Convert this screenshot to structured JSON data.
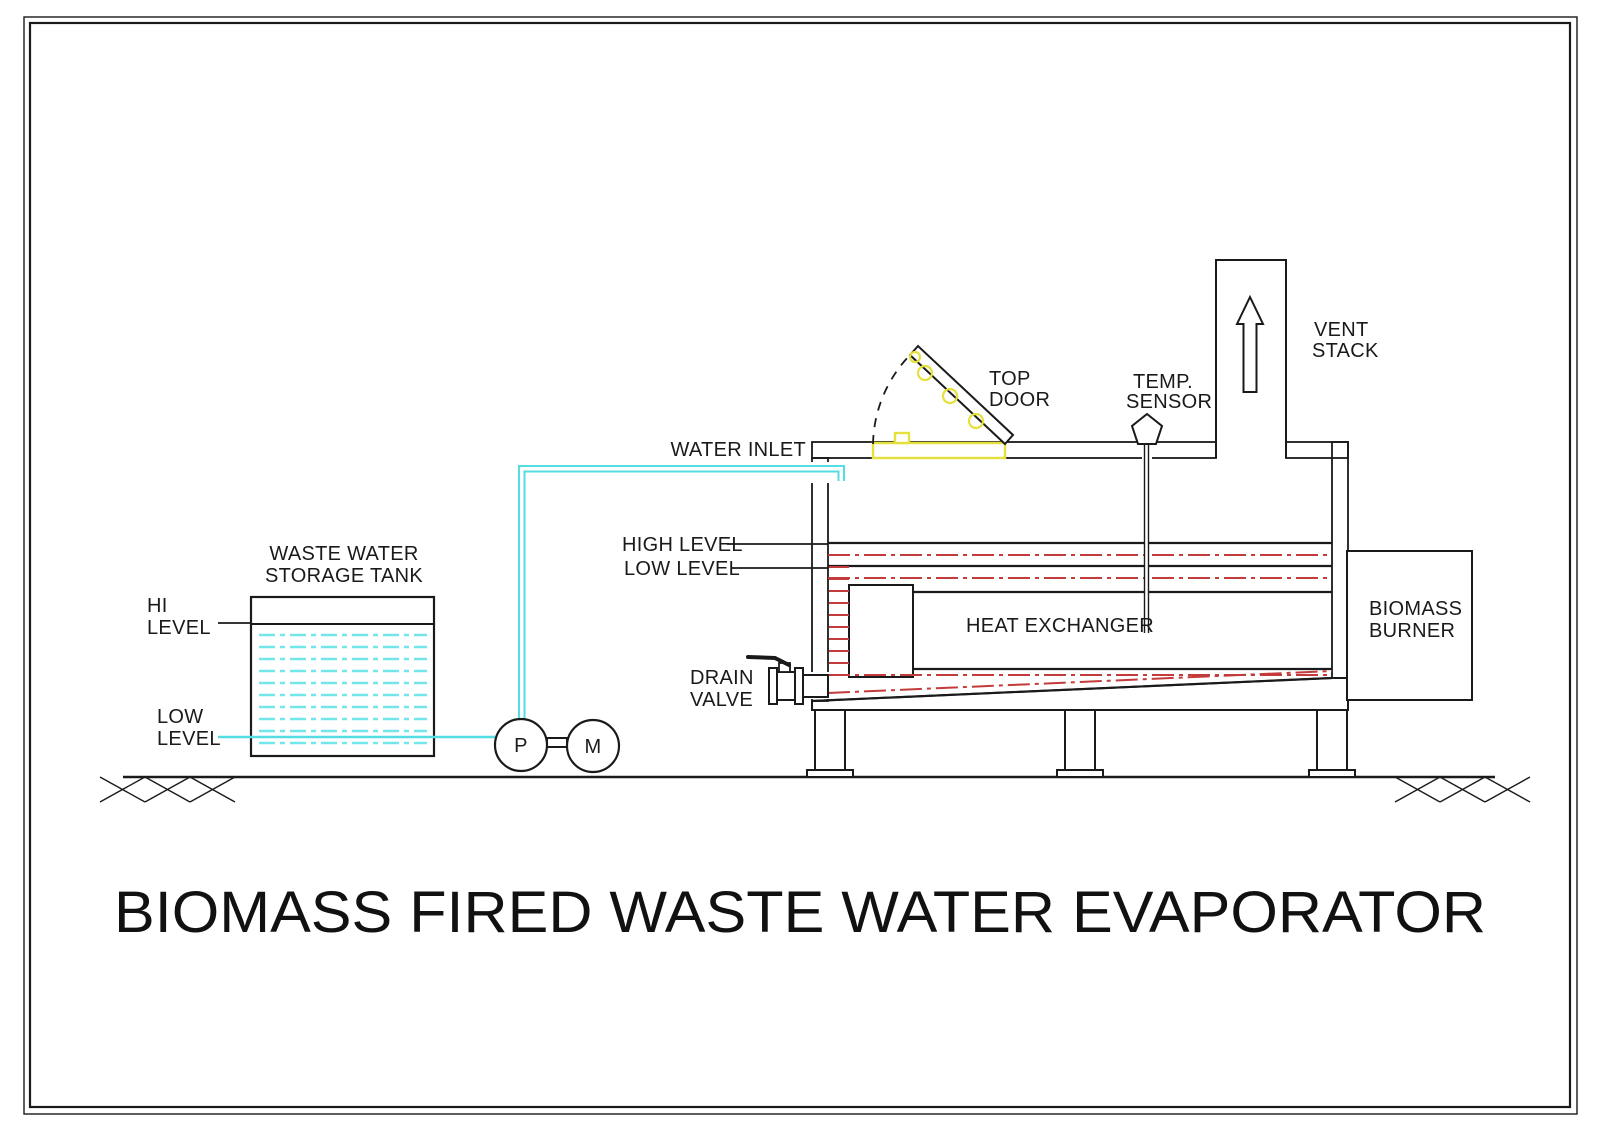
{
  "page": {
    "title": "BIOMASS FIRED WASTE WATER EVAPORATOR"
  },
  "storage_tank": {
    "label_line1": "WASTE WATER",
    "label_line2": "STORAGE TANK",
    "hi_level_line1": "HI",
    "hi_level_line2": "LEVEL",
    "low_level_line1": "LOW",
    "low_level_line2": "LEVEL"
  },
  "pump_unit": {
    "pump_label": "P",
    "motor_label": "M"
  },
  "evaporator": {
    "water_inlet": "WATER INLET",
    "high_level": "HIGH LEVEL",
    "low_level": "LOW LEVEL",
    "drain_valve_line1": "DRAIN",
    "drain_valve_line2": "VALVE",
    "heat_exchanger": "HEAT EXCHANGER",
    "top_door_line1": "TOP",
    "top_door_line2": "DOOR",
    "temp_sensor_line1": "TEMP.",
    "temp_sensor_line2": "SENSOR",
    "vent_stack_line1": "VENT",
    "vent_stack_line2": "STACK",
    "biomass_burner_line1": "BIOMASS",
    "biomass_burner_line2": "BURNER"
  },
  "colors": {
    "water_pipe": "#55DDE4",
    "tank_water": "#73E6EA",
    "level_line_red": "#C43B3B",
    "door_yellow": "#E6E03C",
    "ink": "#1A1A1A"
  }
}
